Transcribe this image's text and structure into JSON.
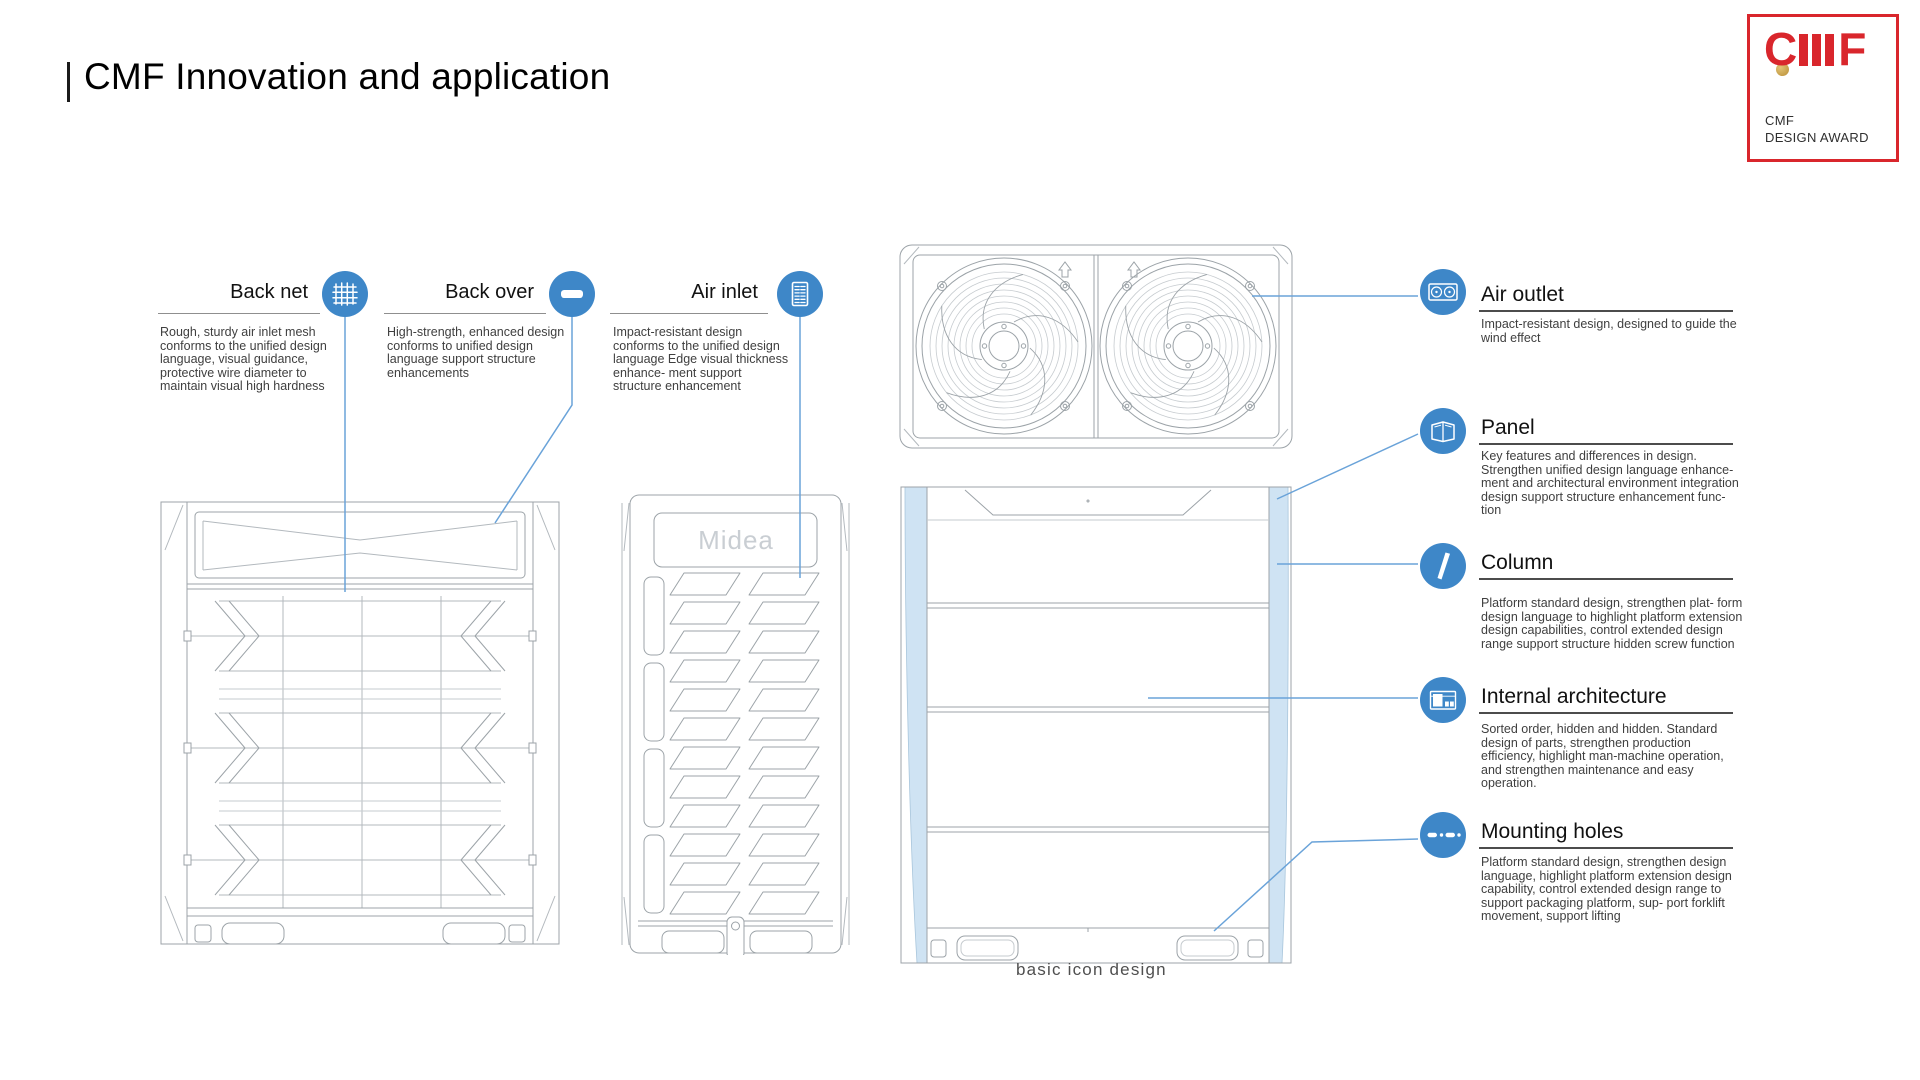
{
  "page": {
    "title": "CMF Innovation and application",
    "caption": "basic icon design"
  },
  "award_badge": {
    "logo_letter_c": "C",
    "logo_letter_f": "F",
    "line1": "CMF",
    "line2": "DESIGN AWARD"
  },
  "left_annotations": [
    {
      "label": "Back net",
      "icon": "mesh-grid-icon",
      "description": "Rough, sturdy air inlet mesh conforms to the unified design language, visual guidance, protective wire diameter to maintain visual high hardness"
    },
    {
      "label": "Back over",
      "icon": "panel-bar-icon",
      "description": "High-strength, enhanced design conforms to unified design language support structure enhancements"
    },
    {
      "label": "Air inlet",
      "icon": "louver-grille-icon",
      "description": "Impact-resistant design conforms to the unified design language Edge visual thickness enhance- ment support structure enhancement"
    }
  ],
  "right_annotations": [
    {
      "label": "Air outlet",
      "icon": "dual-fan-icon",
      "description": "Impact-resistant design, designed to guide the wind effect"
    },
    {
      "label": "Panel",
      "icon": "open-panel-icon",
      "description": "Key features and differences in design. Strengthen unified design language enhance- ment and architectural environment integration design support structure enhancement func- tion"
    },
    {
      "label": "Column",
      "icon": "column-icon",
      "description": "Platform standard design, strengthen plat- form design language to highlight platform extension design capabilities, control extended design range support structure hidden screw function"
    },
    {
      "label": "Internal architecture",
      "icon": "internal-architecture-icon",
      "description": "Sorted order, hidden and hidden. Standard design of parts, strengthen production efficiency, highlight man-machine operation, and strengthen maintenance and easy operation."
    },
    {
      "label": "Mounting holes",
      "icon": "mounting-holes-icon",
      "description": "Platform standard design, strengthen design language, highlight platform extension design capability, control extended design range to support packaging platform, sup- port forklift movement, support lifting"
    }
  ],
  "drawings": {
    "brand_label": "Midea"
  },
  "colors": {
    "icon_blue": "#3e87c8",
    "leader_line_blue": "#6aa3d9",
    "award_red": "#d9262c",
    "award_gold": "#c59a3f",
    "column_highlight_blue": "#cfe3f3"
  }
}
